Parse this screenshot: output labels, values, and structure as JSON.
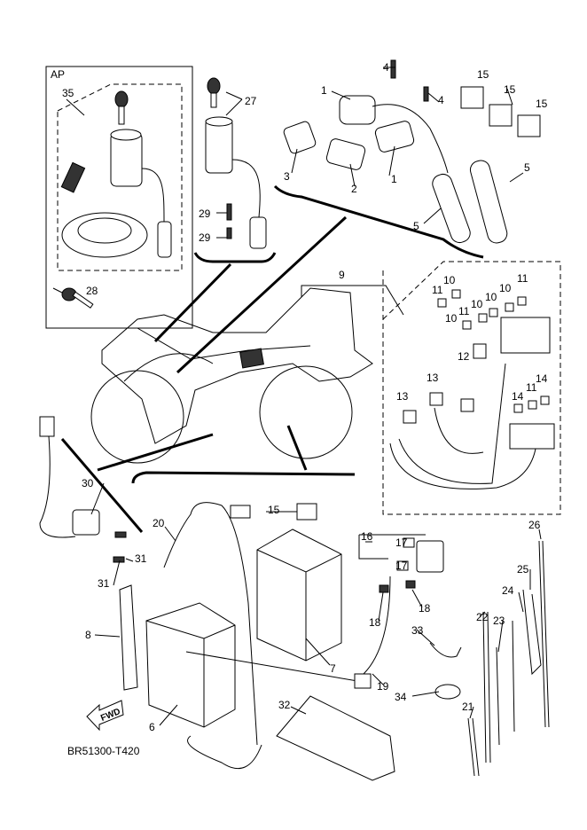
{
  "diagram": {
    "set_label": "AP",
    "callouts": [
      "35",
      "27",
      "4",
      "4",
      "1",
      "15",
      "15",
      "15",
      "3",
      "2",
      "1",
      "5",
      "5",
      "29",
      "29",
      "28",
      "9",
      "10",
      "11",
      "11",
      "10",
      "10",
      "10",
      "11",
      "10",
      "12",
      "13",
      "13",
      "14",
      "11",
      "14",
      "30",
      "20",
      "15",
      "16",
      "17",
      "17",
      "31",
      "31",
      "26",
      "25",
      "24",
      "22",
      "23",
      "8",
      "33",
      "18",
      "18",
      "7",
      "19",
      "34",
      "21",
      "6",
      "32"
    ],
    "fwd_label": "FWD",
    "drawing_code": "BR51300-T420"
  }
}
